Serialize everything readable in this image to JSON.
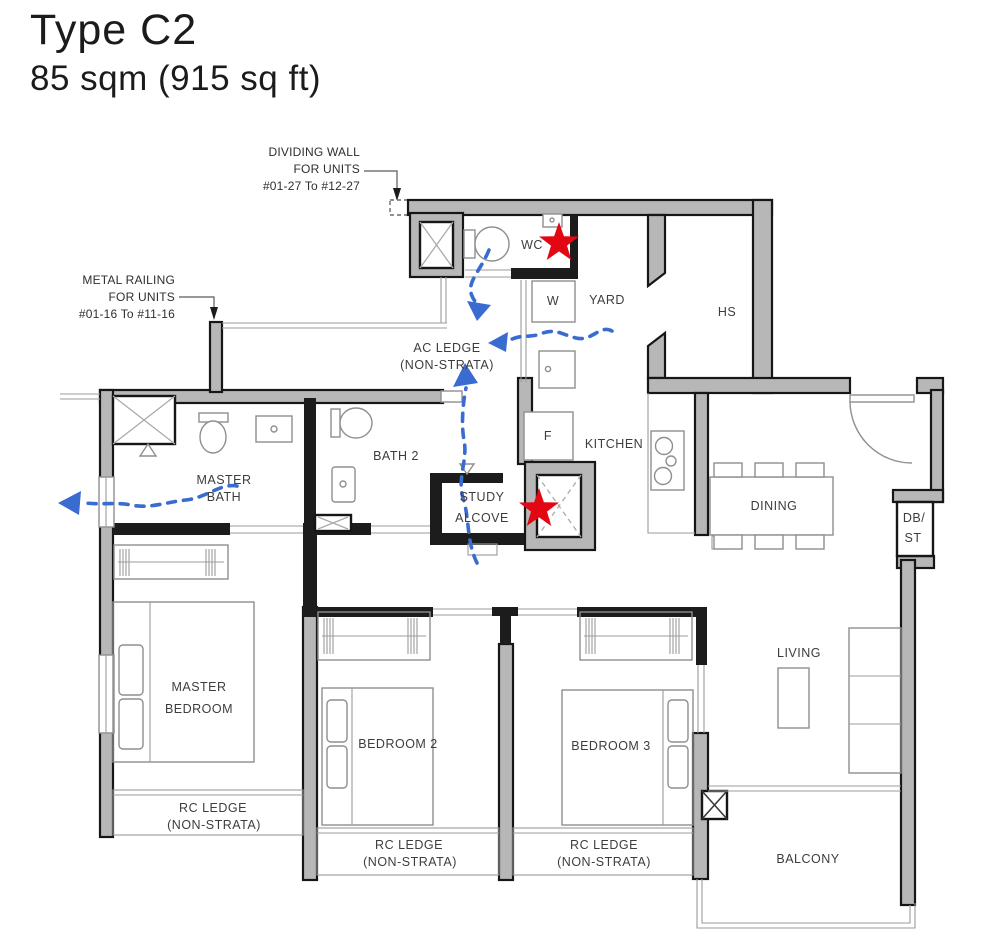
{
  "title": {
    "line1": "Type C2",
    "line2": "85 sqm (915 sq ft)"
  },
  "annotations": {
    "dividing_wall": {
      "line1": "DIVIDING WALL",
      "line2": "FOR UNITS",
      "line3": "#01-27 To #12-27"
    },
    "metal_railing": {
      "line1": "METAL RAILING",
      "line2": "FOR UNITS",
      "line3": "#01-16 To #11-16"
    }
  },
  "rooms": {
    "wc": "WC",
    "washer": "W",
    "yard": "YARD",
    "household_shelter": "HS",
    "ac_ledge_line1": "AC LEDGE",
    "ac_ledge_line2": "(NON-STRATA)",
    "kitchen": "KITCHEN",
    "fridge": "F",
    "master_bath_line1": "MASTER",
    "master_bath_line2": "BATH",
    "bath2": "BATH 2",
    "study_line1": "STUDY",
    "study_line2": "ALCOVE",
    "dining": "DINING",
    "db_st_line1": "DB/",
    "db_st_line2": "ST",
    "master_bedroom_line1": "MASTER",
    "master_bedroom_line2": "BEDROOM",
    "bedroom2": "BEDROOM 2",
    "bedroom3": "BEDROOM 3",
    "living": "LIVING",
    "balcony": "BALCONY"
  },
  "ledges": {
    "master_line1": "RC LEDGE",
    "master_line2": "(NON-STRATA)",
    "br2_line1": "RC LEDGE",
    "br2_line2": "(NON-STRATA)",
    "br3_line1": "RC LEDGE",
    "br3_line2": "(NON-STRATA)"
  },
  "colors": {
    "wall_gray": "#b7b7b7",
    "wall_black": "#1c1c1c",
    "star_red": "#e30613",
    "arrow_blue": "#3a6bd0",
    "label_text": "#3d3d3d"
  }
}
